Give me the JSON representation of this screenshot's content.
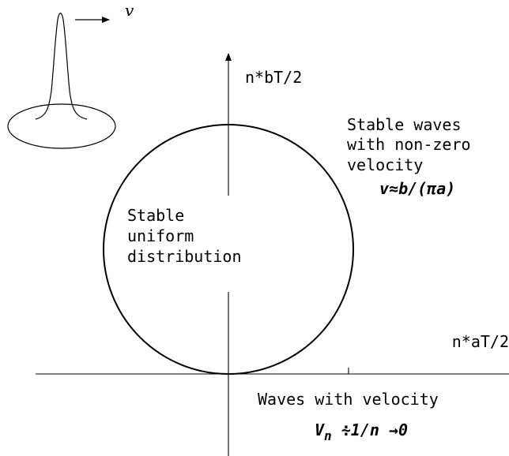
{
  "inset": {
    "velocity_symbol": "v"
  },
  "axes": {
    "y_label": "n*bT/2",
    "x_label": "n*aT/2"
  },
  "regions": {
    "inside_circle": {
      "lines": [
        "Stable",
        "uniform",
        "distribution"
      ]
    },
    "outside_circle": {
      "lines": [
        "Stable waves",
        "with non-zero",
        "velocity"
      ],
      "formula": "v≈b/(πa)"
    },
    "near_x_axis": {
      "text": "Waves with velocity",
      "formula_main": "V",
      "formula_subscript": "n",
      "formula_rest": " ∻1/n →0"
    }
  },
  "colors": {
    "stroke": "#000000",
    "background": "#ffffff"
  }
}
